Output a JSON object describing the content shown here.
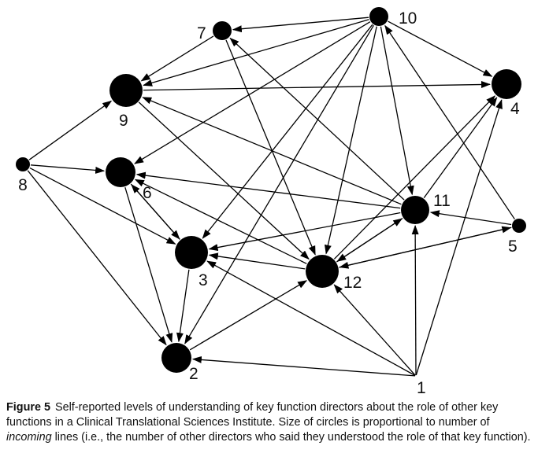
{
  "nodes": [
    {
      "id": "1",
      "label": "1"
    },
    {
      "id": "2",
      "label": "2"
    },
    {
      "id": "3",
      "label": "3"
    },
    {
      "id": "4",
      "label": "4"
    },
    {
      "id": "5",
      "label": "5"
    },
    {
      "id": "6",
      "label": "6"
    },
    {
      "id": "7",
      "label": "7"
    },
    {
      "id": "8",
      "label": "8"
    },
    {
      "id": "9",
      "label": "9"
    },
    {
      "id": "10",
      "label": "10"
    },
    {
      "id": "11",
      "label": "11"
    },
    {
      "id": "12",
      "label": "12"
    }
  ],
  "edges": [
    {
      "from": "10",
      "to": "7"
    },
    {
      "from": "10",
      "to": "9"
    },
    {
      "from": "10",
      "to": "4"
    },
    {
      "from": "10",
      "to": "6"
    },
    {
      "from": "10",
      "to": "3"
    },
    {
      "from": "10",
      "to": "12"
    },
    {
      "from": "10",
      "to": "2"
    },
    {
      "from": "10",
      "to": "11"
    },
    {
      "from": "7",
      "to": "9"
    },
    {
      "from": "7",
      "to": "12"
    },
    {
      "from": "9",
      "to": "4"
    },
    {
      "from": "9",
      "to": "12"
    },
    {
      "from": "8",
      "to": "9"
    },
    {
      "from": "8",
      "to": "6"
    },
    {
      "from": "8",
      "to": "3"
    },
    {
      "from": "8",
      "to": "2"
    },
    {
      "from": "6",
      "to": "3"
    },
    {
      "from": "6",
      "to": "2"
    },
    {
      "from": "3",
      "to": "6"
    },
    {
      "from": "3",
      "to": "2"
    },
    {
      "from": "11",
      "to": "6"
    },
    {
      "from": "11",
      "to": "9"
    },
    {
      "from": "11",
      "to": "7"
    },
    {
      "from": "11",
      "to": "3"
    },
    {
      "from": "11",
      "to": "12"
    },
    {
      "from": "11",
      "to": "4"
    },
    {
      "from": "12",
      "to": "3"
    },
    {
      "from": "12",
      "to": "6"
    },
    {
      "from": "12",
      "to": "4"
    },
    {
      "from": "12",
      "to": "11"
    },
    {
      "from": "12",
      "to": "5"
    },
    {
      "from": "5",
      "to": "10"
    },
    {
      "from": "5",
      "to": "11"
    },
    {
      "from": "5",
      "to": "12"
    },
    {
      "from": "1",
      "to": "2"
    },
    {
      "from": "1",
      "to": "3"
    },
    {
      "from": "1",
      "to": "12"
    },
    {
      "from": "1",
      "to": "11"
    },
    {
      "from": "1",
      "to": "4"
    },
    {
      "from": "2",
      "to": "12"
    }
  ],
  "caption": {
    "label": "Figure 5",
    "text_before": "Self-reported levels of understanding of key function directors about the role of other key functions in a Clinical Translational Sciences Institute. Size of circles is proportional to number of ",
    "text_italic": "incoming",
    "text_after": " lines (i.e., the number of other directors who said they understood the role of that key function)."
  }
}
